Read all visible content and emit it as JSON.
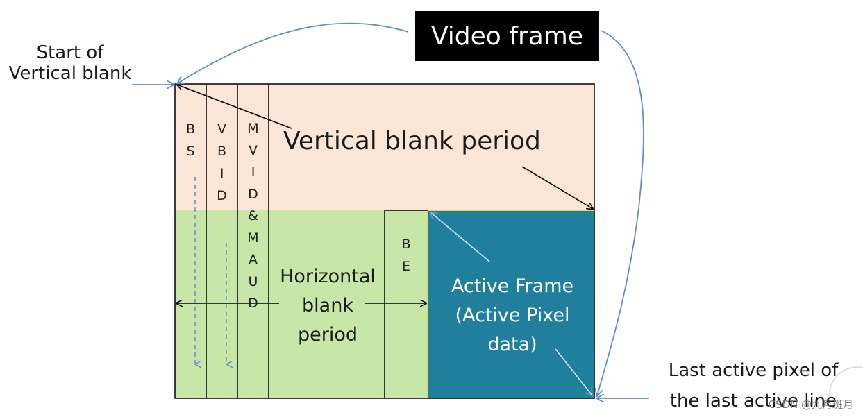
{
  "title": "Video frame",
  "labels": {
    "start_vertical_blank": "Start of\nVertical blank",
    "vertical_blank_period": "Vertical blank period",
    "horizontal_blank_period": "Horizontal\nblank\nperiod",
    "active_frame": "Active Frame\n(Active Pixel\ndata)",
    "last_active_pixel": "Last active pixel of\nthe last active line"
  },
  "columns": {
    "bs": "B\nS",
    "vbid": "V\nB\nI\nD",
    "mvid": "M\nV\nI\nD\n&\nM\nA\nU\nD",
    "be": "B\nE"
  },
  "colors": {
    "vertical_blank_fill": "#fbe5d6",
    "horizontal_blank_fill": "#c8e6a7",
    "active_frame_fill": "#1f7f9c",
    "arrow_blue": "#5b8fd0",
    "active_border": "#e8d84a"
  },
  "watermark": "CSDN @九月斑月"
}
